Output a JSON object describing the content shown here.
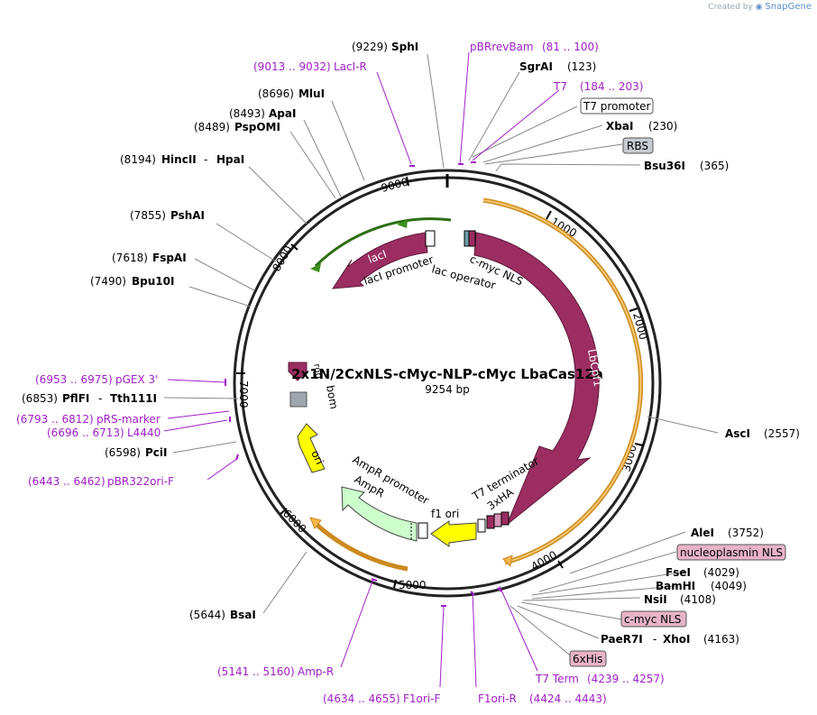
{
  "credit": {
    "prefix": "Created by",
    "brand": "SnapGene"
  },
  "plasmid": {
    "name": "2x1N/2CxNLS-cMyc-NLP-cMyc LbaCas12a",
    "size": "9254 bp"
  },
  "colors": {
    "feature_maroon": "#9b2d61",
    "promoter_green_line": "#3a8f1e",
    "primer_purple": "#a020c8",
    "yellow_ori": "#ffff00",
    "amp_green": "#ccffcc",
    "orange_bar": "#f6b64d"
  },
  "ticks": [
    "1000",
    "2000",
    "3000",
    "4000",
    "5000",
    "6000",
    "7000",
    "8000",
    "9000"
  ],
  "sites": [
    {
      "pos": "(9229)",
      "name": "SphI"
    },
    {
      "pos": "(8696)",
      "name": "MluI"
    },
    {
      "pos": "(8493)",
      "name": "ApaI"
    },
    {
      "pos": "(8489)",
      "name": "PspOMI"
    },
    {
      "pos": "(8194)",
      "name": "HincII",
      "name2": "HpaI"
    },
    {
      "pos": "(7855)",
      "name": "PshAI"
    },
    {
      "pos": "(7618)",
      "name": "FspAI"
    },
    {
      "pos": "(7490)",
      "name": "Bpu10I"
    },
    {
      "pos": "(6853)",
      "name": "PflFI",
      "name2": "Tth111I"
    },
    {
      "pos": "(6598)",
      "name": "PciI"
    },
    {
      "pos": "(5644)",
      "name": "BsaI"
    },
    {
      "pos": "(123)",
      "name": "SgrAI"
    },
    {
      "pos": "(230)",
      "name": "XbaI"
    },
    {
      "pos": "(365)",
      "name": "Bsu36I"
    },
    {
      "pos": "(2557)",
      "name": "AscI"
    },
    {
      "pos": "(3752)",
      "name": "AleI"
    },
    {
      "pos": "(4029)",
      "name": "FseI"
    },
    {
      "pos": "(4049)",
      "name": "BamHI"
    },
    {
      "pos": "(4108)",
      "name": "NsiI"
    },
    {
      "pos": "(4163)",
      "name": "PaeR7I",
      "name2": "XhoI"
    }
  ],
  "primers": [
    {
      "name": "LacI-R",
      "range": "(9013 .. 9032)"
    },
    {
      "name": "pBRrevBam",
      "range": "(81 .. 100)"
    },
    {
      "name": "T7",
      "range": "(184 .. 203)"
    },
    {
      "name": "pGEX 3'",
      "range": "(6953 .. 6975)"
    },
    {
      "name": "pRS-marker",
      "range": "(6793 .. 6812)"
    },
    {
      "name": "L4440",
      "range": "(6696 .. 6713)"
    },
    {
      "name": "pBR322ori-F",
      "range": "(6443 .. 6462)"
    },
    {
      "name": "Amp-R",
      "range": "(5141 .. 5160)"
    },
    {
      "name": "F1ori-F",
      "range": "(4634 .. 4655)"
    },
    {
      "name": "F1ori-R",
      "range": "(4424 .. 4443)"
    },
    {
      "name": "T7 Term",
      "range": "(4239 .. 4257)"
    }
  ],
  "boxed": {
    "t7promoter": "T7 promoter",
    "rbs": "RBS",
    "nuc_nls": "nucleoplasmin NLS",
    "cmyc_nls": "c-myc NLS",
    "his": "6xHis"
  },
  "features": {
    "lacI": "lacI",
    "lacI_promoter": "lacI promoter",
    "lac_operator": "lac operator",
    "cmyc_nls": "c-myc NLS",
    "lbcpf1": "LbCpf1",
    "t7_terminator": "T7 terminator",
    "ha": "3xHA",
    "f1_ori": "f1 ori",
    "ampr_promoter": "AmpR promoter",
    "ampr": "AmpR",
    "ori": "ori",
    "bom": "bom",
    "rop": "rop"
  }
}
